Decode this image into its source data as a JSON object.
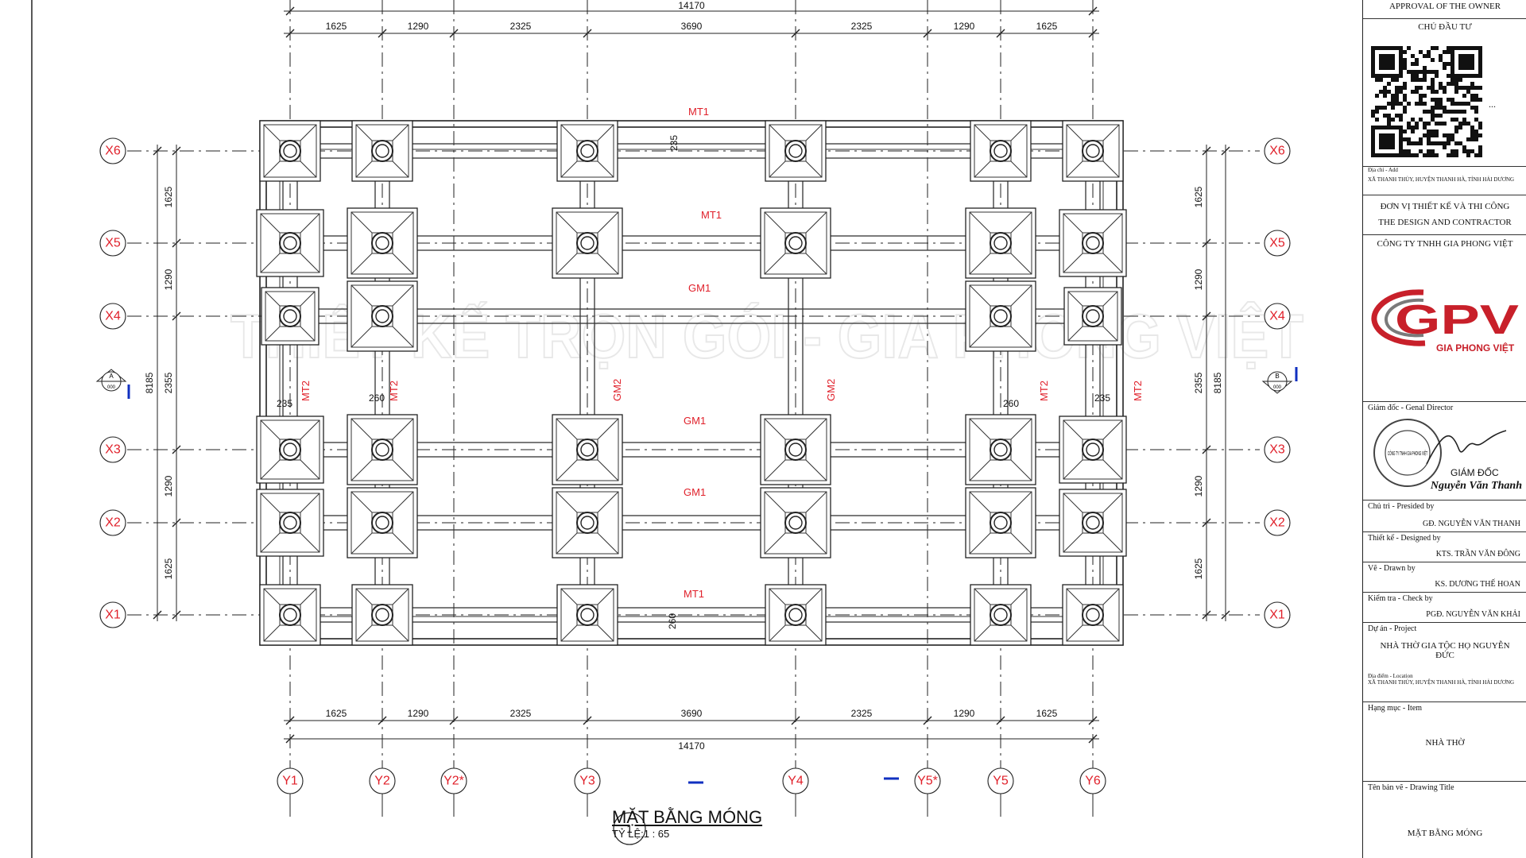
{
  "drawing": {
    "overall_dim": "14170",
    "x_dims": [
      "1625",
      "1290",
      "2325",
      "3690",
      "2325",
      "1290",
      "1625"
    ],
    "y_dims": [
      "1625",
      "1290",
      "2355",
      "1290",
      "1625"
    ],
    "overall_y_dim": "8185",
    "columns_axes": [
      "Y1",
      "Y2",
      "Y2*",
      "Y3",
      "Y4",
      "Y5*",
      "Y5",
      "Y6"
    ],
    "row_axes": [
      "X6",
      "X5",
      "X4",
      "X3",
      "X2",
      "X1"
    ],
    "section_markers": [
      {
        "id": "A",
        "sub": "000"
      },
      {
        "id": "B",
        "sub": "000"
      }
    ],
    "member_labels": {
      "mt1": "MT1",
      "mt2": "MT2",
      "gm1": "GM1",
      "gm2": "GM2"
    },
    "offset_dims": {
      "d235": "235",
      "d260": "260"
    },
    "watermark": "THIẾT KẾ TRỌN GÓI - GIA PHONG VIỆT"
  },
  "title": {
    "number": "1",
    "main": "MẶT BẰNG MÓNG",
    "scale": "TỶ LỆ:1 : 65"
  },
  "titleblock": {
    "approval": "APPROVAL OF THE OWNER",
    "owner": "CHỦ ĐẦU TƯ",
    "ellipsis": "...",
    "address_label": "Địa chỉ - Add",
    "address": "XÃ THANH THỦY, HUYỆN THANH HÀ, TỈNH HẢI DƯƠNG",
    "designer_vn": "ĐƠN VỊ THIẾT KẾ VÀ THI CÔNG",
    "designer_en": "THE DESIGN AND CONTRACTOR",
    "company": "CÔNG TY TNHH GIA PHONG VIỆT",
    "logo_text": "GPV",
    "logo_sub": "GIA PHONG VIỆT",
    "director_label": "Giám đốc - Genal Director",
    "stamp_text": "CÔNG TY TNHH GIA PHONG VIỆT",
    "director_title": "GIÁM ĐỐC",
    "director_sig": "Nguyễn Văn Thanh",
    "presided_label": "Chủ trì - Presided by",
    "presided_name": "GĐ. NGUYỄN VĂN THANH",
    "designed_label": "Thiết kế - Designed by",
    "designed_name": "KTS. TRẦN VĂN ĐÔNG",
    "drawn_label": "Vẽ - Drawn by",
    "drawn_name": "KS. DƯƠNG THẾ HOAN",
    "check_label": "Kiểm tra - Check by",
    "check_name": "PGĐ. NGUYỄN VĂN KHẢI",
    "project_label": "Dự án - Project",
    "project_name": "NHÀ THỜ GIA TỘC HỌ NGUYỄN ĐỨC",
    "location_label": "Địa điểm - Location",
    "location": "XÃ THANH THỦY, HUYỆN THANH HÀ, TỈNH HẢI DƯƠNG",
    "item_label": "Hạng mục - Item",
    "item_name": "NHÀ THỜ",
    "drawing_title_label": "Tên bản vẽ - Drawing Title",
    "drawing_title": "MẶT BẰNG MÓNG"
  },
  "colors": {
    "axis_red": "#e0202a",
    "line": "#222222",
    "logo_red": "#c8202a",
    "logo_grey": "#7a7a7a",
    "marker_blue": "#1030c0"
  }
}
